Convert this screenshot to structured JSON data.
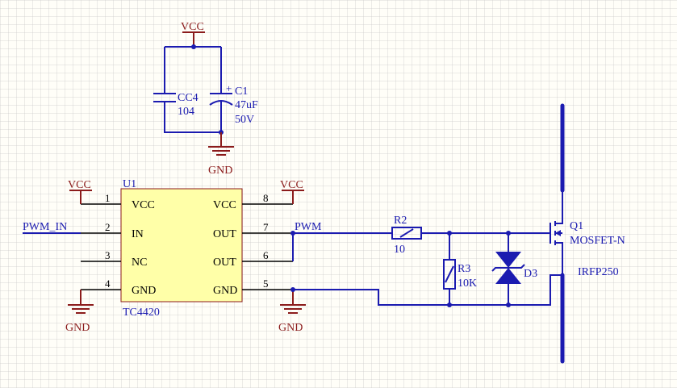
{
  "power": {
    "vcc": "VCC",
    "gnd": "GND"
  },
  "cc4": {
    "ref": "CC4",
    "value": "104"
  },
  "c1": {
    "ref": "C1",
    "value": "47uF",
    "voltage": "50V"
  },
  "u1": {
    "ref": "U1",
    "part": "TC4420",
    "pins_left": [
      {
        "num": "1",
        "name": "VCC"
      },
      {
        "num": "2",
        "name": "IN"
      },
      {
        "num": "3",
        "name": "NC"
      },
      {
        "num": "4",
        "name": "GND"
      }
    ],
    "pins_right": [
      {
        "num": "8",
        "name": "VCC"
      },
      {
        "num": "7",
        "name": "OUT"
      },
      {
        "num": "6",
        "name": "OUT"
      },
      {
        "num": "5",
        "name": "GND"
      }
    ]
  },
  "nets": {
    "pwm_in": "PWM_IN",
    "pwm": "PWM"
  },
  "r2": {
    "ref": "R2",
    "value": "10"
  },
  "r3": {
    "ref": "R3",
    "value": "10K"
  },
  "d3": {
    "ref": "D3"
  },
  "q1": {
    "ref": "Q1",
    "type": "MOSFET-N",
    "part": "IRFP250"
  },
  "colors": {
    "wire": "#1b1bb0",
    "power": "#8b1b1b",
    "ic_fill": "#ffffa8",
    "grid": "#c8c8c8"
  }
}
